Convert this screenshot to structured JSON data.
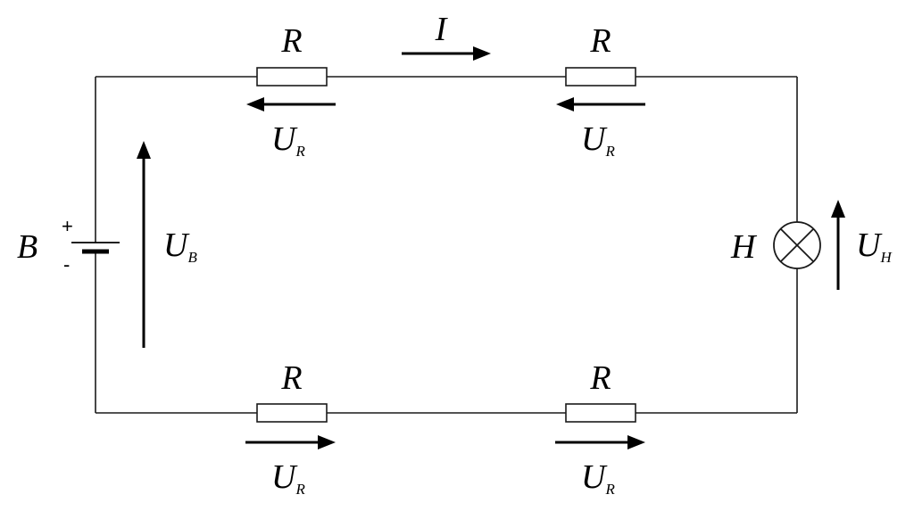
{
  "current": {
    "label": "I"
  },
  "resistors": [
    {
      "label": "R",
      "voltage": "U",
      "voltage_sub": "R"
    },
    {
      "label": "R",
      "voltage": "U",
      "voltage_sub": "R"
    },
    {
      "label": "R",
      "voltage": "U",
      "voltage_sub": "R"
    },
    {
      "label": "R",
      "voltage": "U",
      "voltage_sub": "R"
    }
  ],
  "battery": {
    "label": "B",
    "plus": "+",
    "minus": "-",
    "voltage": "U",
    "voltage_sub": "B"
  },
  "lamp": {
    "label": "H",
    "voltage": "U",
    "voltage_sub": "H"
  }
}
